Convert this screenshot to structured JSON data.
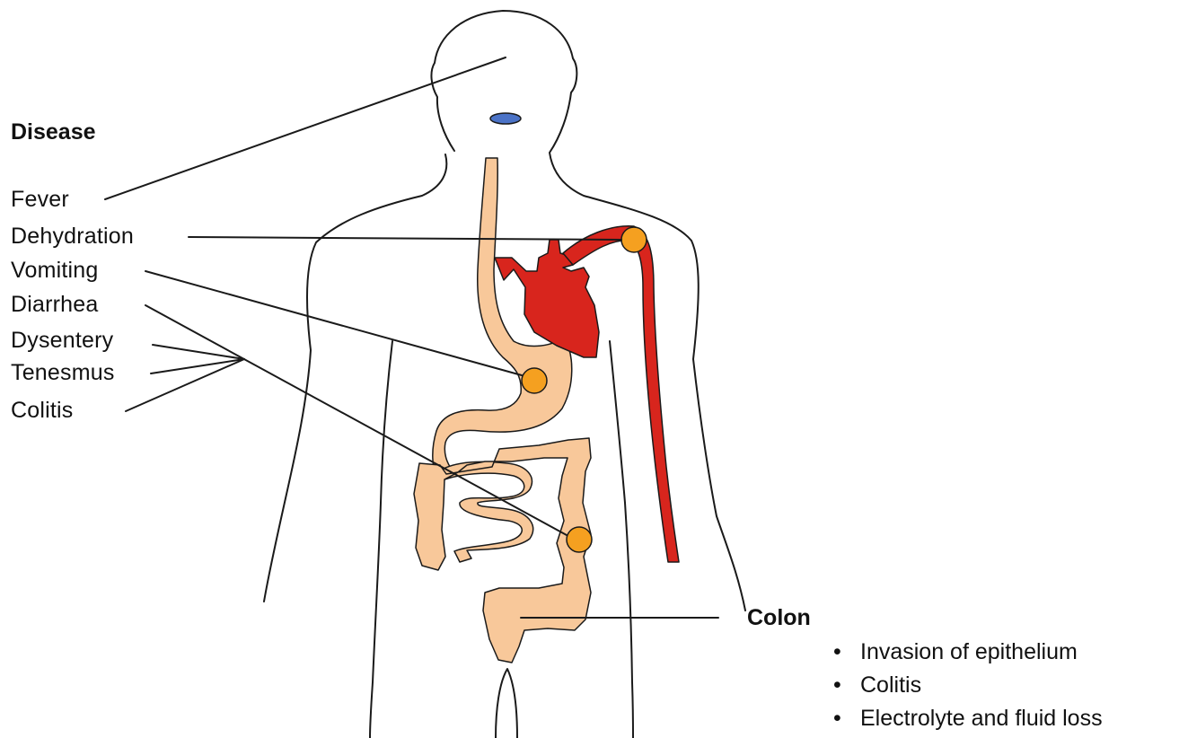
{
  "disease": {
    "heading": "Disease",
    "symptoms": [
      "Fever",
      "Dehydration",
      "Vomiting",
      "Diarrhea",
      "Dysentery",
      "Tenesmus",
      "Colitis"
    ]
  },
  "colon": {
    "heading": "Colon",
    "bullets": [
      "Invasion of epithelium",
      "Colitis",
      "Electrolyte and fluid loss"
    ]
  },
  "colors": {
    "gi_tract": "#f8c89a",
    "heart_artery": "#d8251d",
    "marker": "#f5a020",
    "uvula": "#4b73c7",
    "outline": "#1a1a1a"
  }
}
